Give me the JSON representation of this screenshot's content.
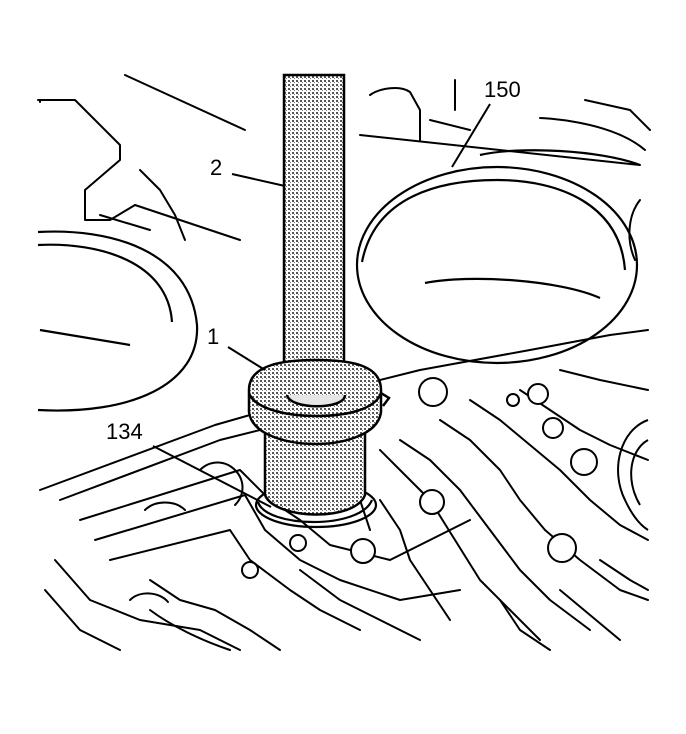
{
  "callouts": {
    "c150": "150",
    "c2": "2",
    "c1": "1",
    "c134": "134"
  },
  "colors": {
    "line": "#000000",
    "background": "#ffffff",
    "hatch": "#8a8a8a"
  }
}
